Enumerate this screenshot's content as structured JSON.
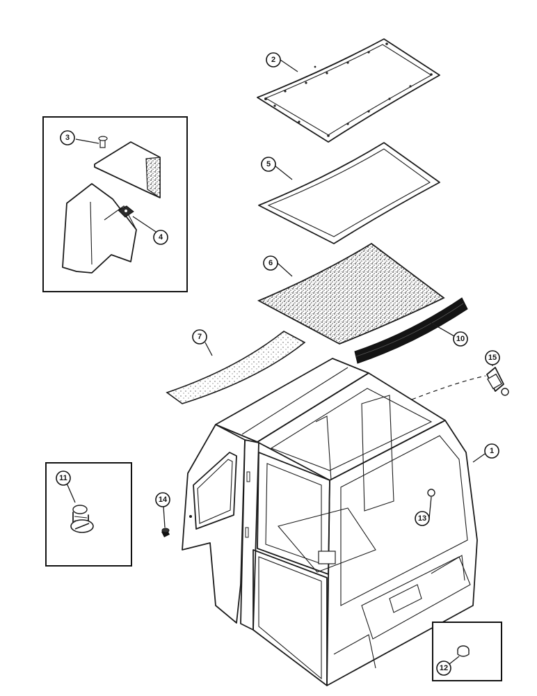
{
  "diagram": {
    "callouts": [
      {
        "id": "1",
        "label": "1"
      },
      {
        "id": "2",
        "label": "2"
      },
      {
        "id": "3",
        "label": "3"
      },
      {
        "id": "4",
        "label": "4"
      },
      {
        "id": "5",
        "label": "5"
      },
      {
        "id": "6",
        "label": "6"
      },
      {
        "id": "7",
        "label": "7"
      },
      {
        "id": "10",
        "label": "10"
      },
      {
        "id": "11",
        "label": "11"
      },
      {
        "id": "12",
        "label": "12"
      },
      {
        "id": "13",
        "label": "13"
      },
      {
        "id": "14",
        "label": "14"
      },
      {
        "id": "15",
        "label": "15"
      }
    ],
    "colors": {
      "ink": "#1a1a1a",
      "paper": "#ffffff",
      "foam": "#555555"
    }
  }
}
